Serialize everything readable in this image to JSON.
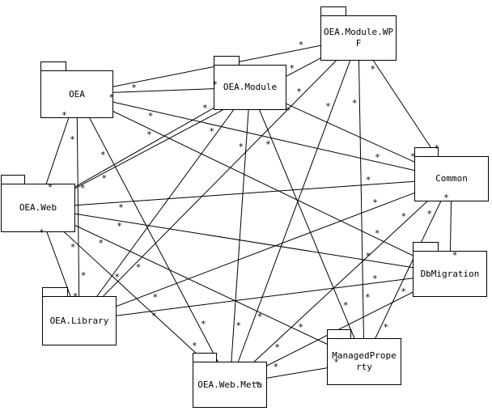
{
  "diagram": {
    "packages": [
      {
        "id": "oea",
        "label": "OEA"
      },
      {
        "id": "oea-module",
        "label": "OEA.Module"
      },
      {
        "id": "oea-module-wpf",
        "label": "OEA.Module.WPF"
      },
      {
        "id": "common",
        "label": "Common"
      },
      {
        "id": "oea-web",
        "label": "OEA.Web"
      },
      {
        "id": "dbmigration",
        "label": "DbMigration"
      },
      {
        "id": "oea-library",
        "label": "OEA.Library"
      },
      {
        "id": "managedproperty",
        "label": "ManagedProperty"
      },
      {
        "id": "oea-web-meta",
        "label": "OEA.Web.Meta"
      }
    ],
    "dependencies": [
      {
        "from": "oea",
        "to": "oea-module-wpf"
      },
      {
        "from": "oea",
        "to": "oea-module"
      },
      {
        "from": "oea",
        "to": "common"
      },
      {
        "from": "oea",
        "to": "oea-web"
      },
      {
        "from": "oea",
        "to": "oea-library"
      },
      {
        "from": "oea",
        "to": "dbmigration"
      },
      {
        "from": "oea",
        "to": "oea-web-meta"
      },
      {
        "from": "oea-module-wpf",
        "to": "common"
      },
      {
        "from": "oea-module-wpf",
        "to": "oea-web"
      },
      {
        "from": "oea-module-wpf",
        "to": "oea-library"
      },
      {
        "from": "oea-module-wpf",
        "to": "managedproperty"
      },
      {
        "from": "oea-module-wpf",
        "to": "oea-web-meta"
      },
      {
        "from": "oea-module",
        "to": "common"
      },
      {
        "from": "oea-module",
        "to": "oea-web"
      },
      {
        "from": "oea-module",
        "to": "oea-library"
      },
      {
        "from": "oea-module",
        "to": "managedproperty"
      },
      {
        "from": "oea-module",
        "to": "oea-web-meta"
      },
      {
        "from": "oea-web",
        "to": "common"
      },
      {
        "from": "oea-web",
        "to": "dbmigration"
      },
      {
        "from": "oea-web",
        "to": "oea-library"
      },
      {
        "from": "oea-web",
        "to": "managedproperty"
      },
      {
        "from": "oea-web",
        "to": "oea-web-meta"
      },
      {
        "from": "oea-library",
        "to": "common"
      },
      {
        "from": "oea-library",
        "to": "dbmigration"
      },
      {
        "from": "oea-web-meta",
        "to": "common"
      },
      {
        "from": "oea-web-meta",
        "to": "dbmigration"
      },
      {
        "from": "oea-web-meta",
        "to": "managedproperty"
      },
      {
        "from": "dbmigration",
        "to": "common"
      },
      {
        "from": "managedproperty",
        "to": "common"
      }
    ],
    "multiplicity_symbol": "*"
  }
}
